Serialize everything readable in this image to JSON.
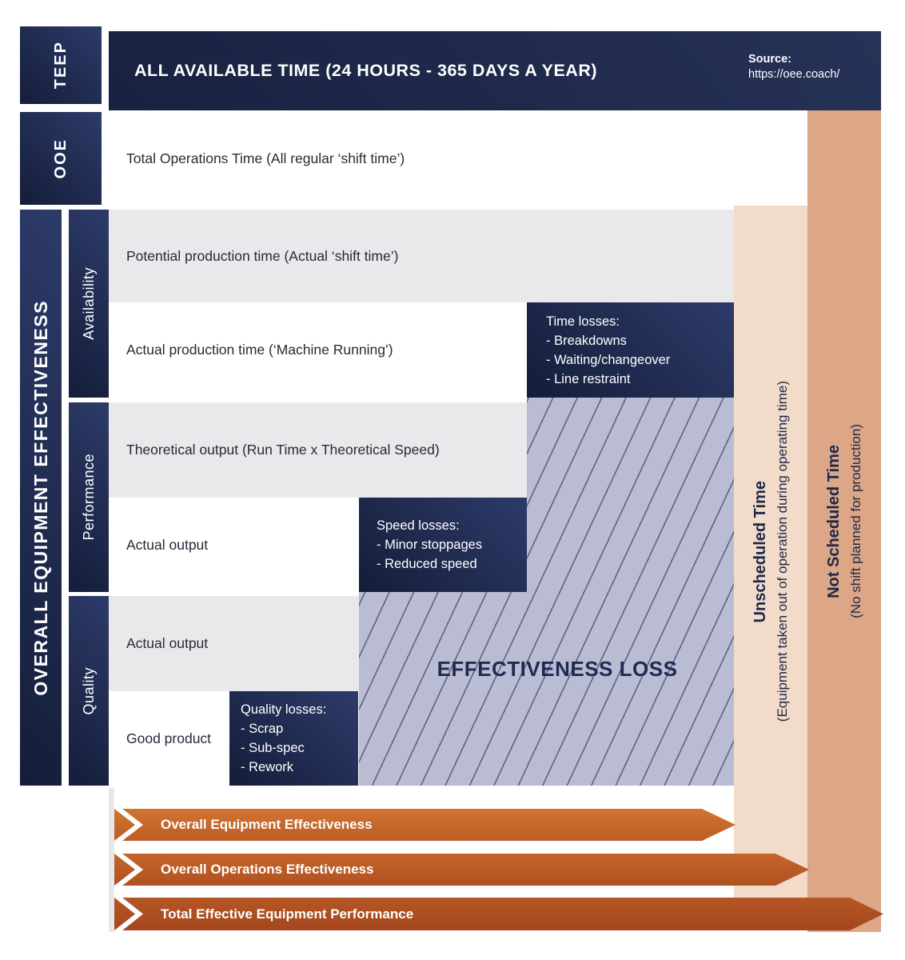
{
  "header": {
    "title": "ALL AVAILABLE TIME (24 HOURS - 365 DAYS A YEAR)",
    "source_label": "Source:",
    "source_url": "https://oee.coach/"
  },
  "sidebar": {
    "teep": "TEEP",
    "ooe": "OOE",
    "oee": "OVERALL EQUIPMENT EFFECTIVENESS",
    "sections": {
      "availability": "Availability",
      "performance": "Performance",
      "quality": "Quality"
    }
  },
  "rows": {
    "total_operations": "Total Operations Time (All regular ‘shift time’)",
    "potential_production": "Potential production time (Actual ‘shift time’)",
    "actual_production": "Actual production time (‘Machine Running’)",
    "theoretical_output": "Theoretical output (Run Time x Theoretical Speed)",
    "actual_output_performance": "Actual output",
    "actual_output_quality": "Actual output",
    "good_product": "Good product"
  },
  "losses": {
    "time": {
      "title": "Time losses:",
      "items": [
        "- Breakdowns",
        "- Waiting/changeover",
        "- Line restraint"
      ]
    },
    "speed": {
      "title": "Speed losses:",
      "items": [
        "- Minor stoppages",
        "- Reduced speed"
      ]
    },
    "quality": {
      "title": "Quality losses:",
      "items": [
        "- Scrap",
        "- Sub-spec",
        "- Rework"
      ]
    }
  },
  "effectiveness_loss_label": "EFFECTIVENESS LOSS",
  "columns": {
    "unscheduled": {
      "title": "Unscheduled Time",
      "subtitle": "(Equipment taken out of operation during operating time)"
    },
    "not_scheduled": {
      "title": "Not Scheduled Time",
      "subtitle": "(No shift planned for production)"
    }
  },
  "arrows": {
    "oee": "Overall Equipment Effectiveness",
    "ooe": "Overall Operations Effectiveness",
    "teep": "Total Effective Equipment Performance"
  },
  "colors": {
    "navy": "#1d2849",
    "row_gray": "#e9e9ec",
    "hatch_bg": "#b9bcd2",
    "hatch_line": "#5d6389",
    "unscheduled_column": "#f2dcc9",
    "not_scheduled_column": "#dca687",
    "arrow_oee": "#c96c2e",
    "arrow_ooe": "#bd5c28",
    "arrow_teep": "#af5022"
  }
}
